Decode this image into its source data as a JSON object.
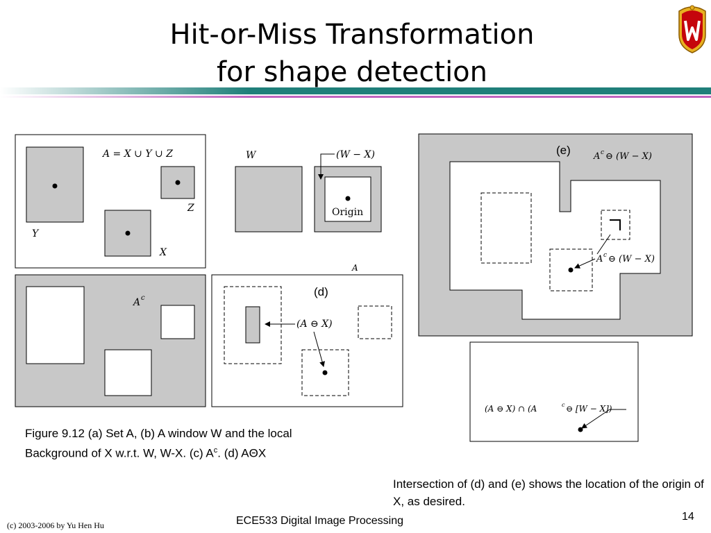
{
  "slide": {
    "title_line1": "Hit-or-Miss Transformation",
    "title_line2": "for shape detection",
    "page_number": "14",
    "course": "ECE533 Digital Image Processing",
    "copyright": "(c) 2003-2006 by Yu Hen Hu"
  },
  "figure": {
    "panel_a": {
      "formula": "A = X ∪ Y ∪ Z",
      "label_x": "X",
      "label_y": "Y",
      "label_z": "Z"
    },
    "panel_b": {
      "label_w": "W",
      "formula": "(W − X)",
      "origin": "Origin"
    },
    "panel_b_footer": "A",
    "panel_c": {
      "label": "A",
      "label_sup": "c"
    },
    "panel_d": {
      "label": "(d)",
      "formula": "(A ⊖ X)"
    },
    "panel_e": {
      "label": "(e)",
      "formula_top": "⊖ (W − X)",
      "formula_mid": "⊖ (W − X)",
      "a": "A",
      "sup": "c"
    },
    "panel_f": {
      "formula": "(A ⊖ X) ∩ (A",
      "formula_tail": "⊖ [W − X])",
      "sup": "c"
    }
  },
  "captions": {
    "caption_1_line1": "Figure 9.12 (a) Set A, (b) A window W and the local",
    "caption_1_line2_prefix": "Background of X w.r.t. W, W-X. (c) A",
    "caption_1_sup": "c",
    "caption_1_line2_suffix": ". (d) AΘX",
    "caption_2": "Intersection of (d) and (e) shows the location of the origin of X, as desired."
  },
  "colors": {
    "gray_fill": "#c8c8c8",
    "band_teal": "#1f7f7a",
    "band_magenta": "#c064c0",
    "seal_red": "#c5050c",
    "seal_gold": "#e8b020"
  }
}
